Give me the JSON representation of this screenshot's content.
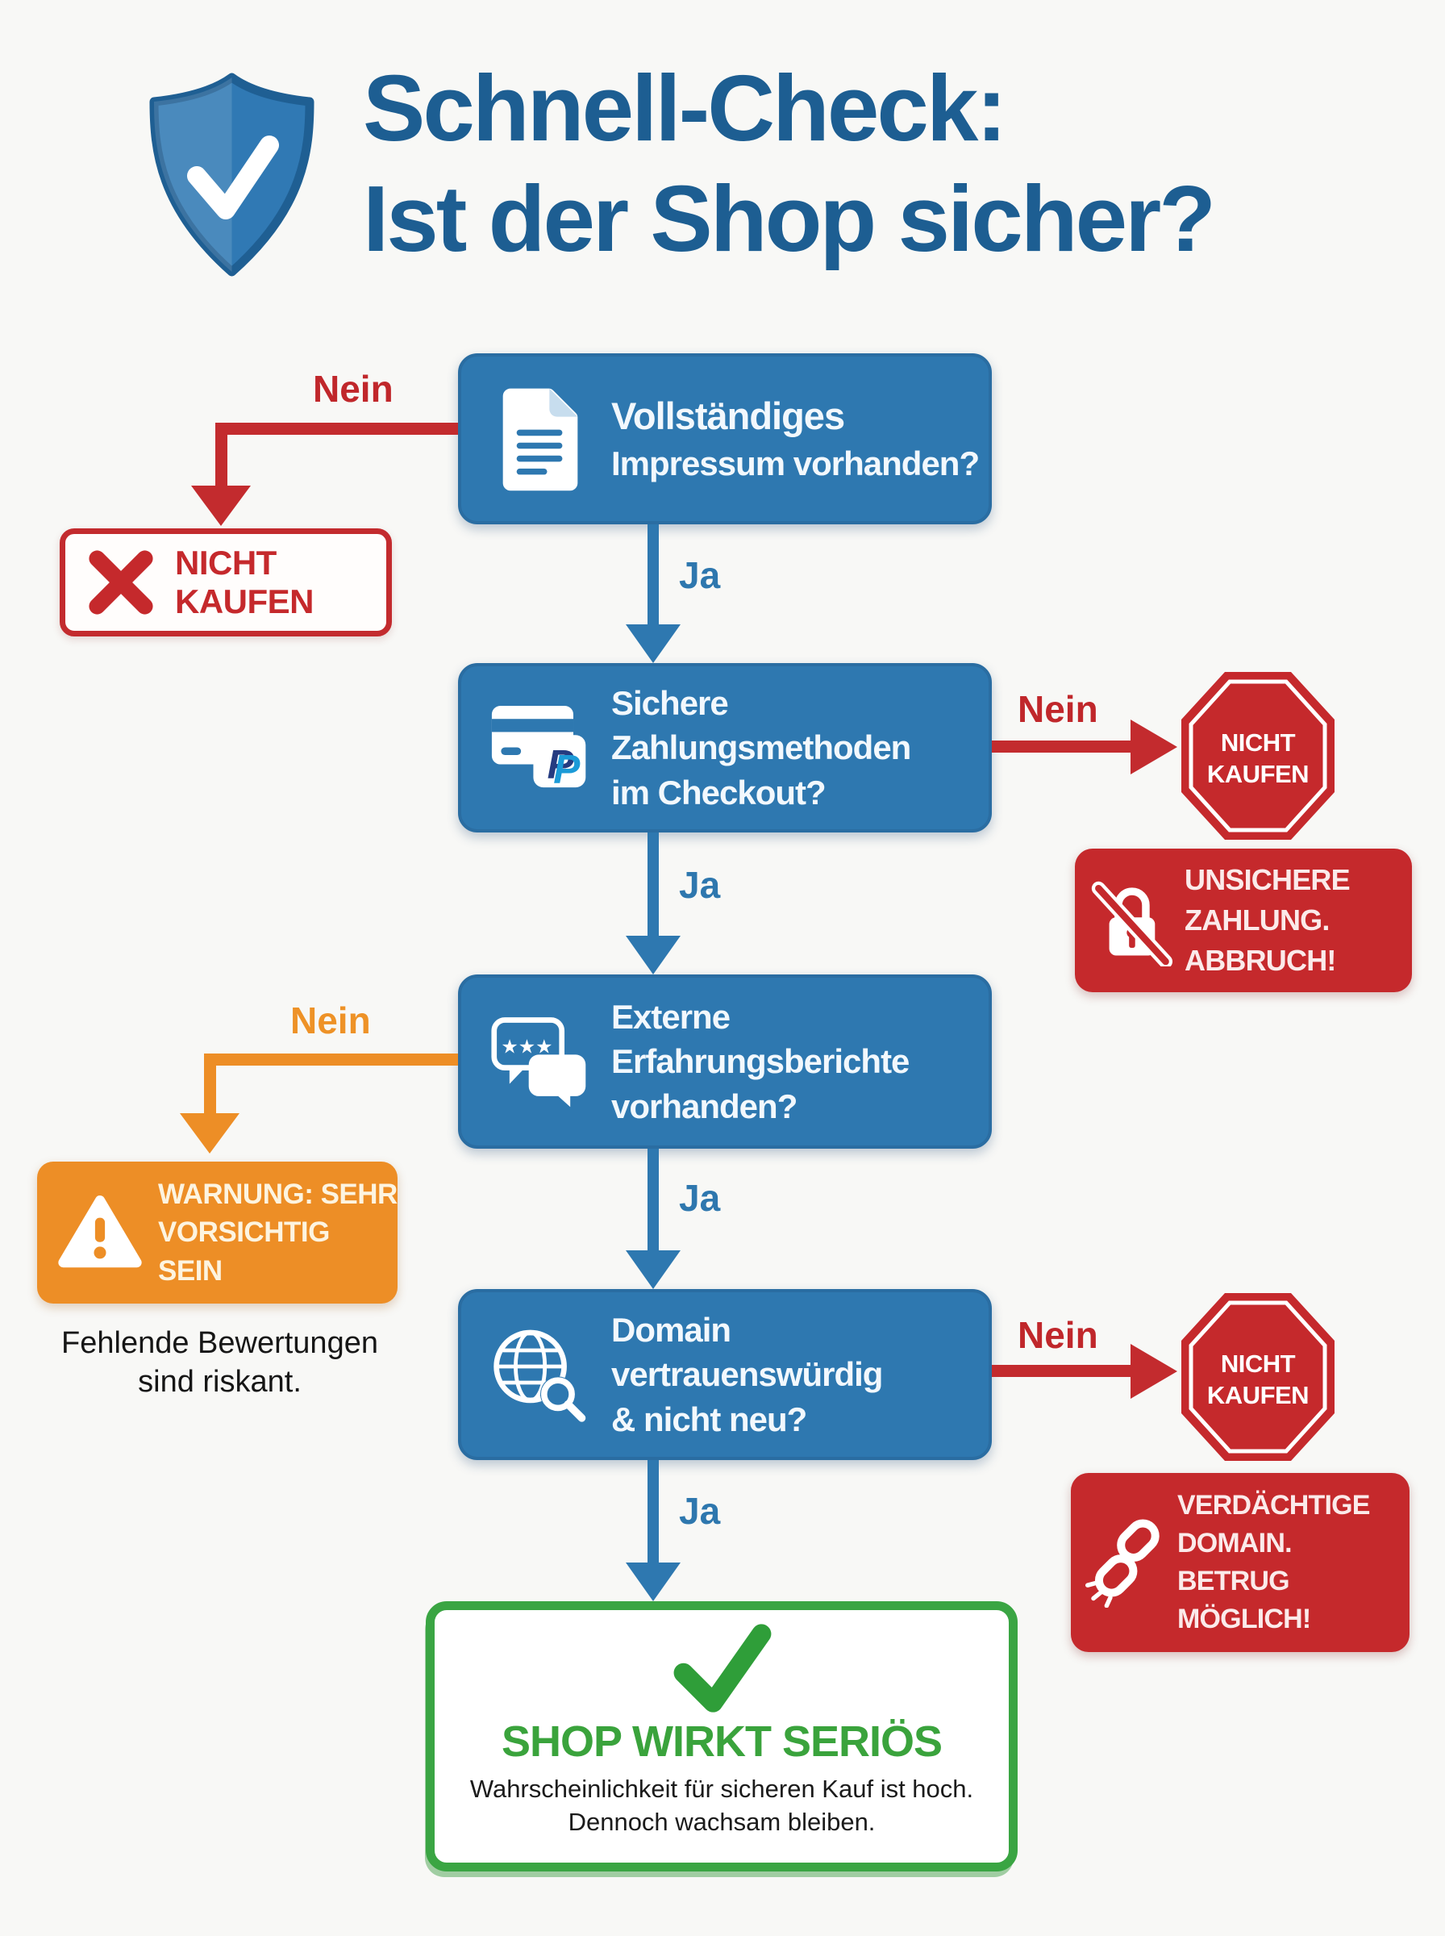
{
  "colors": {
    "background": "#f8f8f6",
    "box_blue": "#2e78b0",
    "title_blue": "#1d5e92",
    "yes_blue": "#2e77ae",
    "alert_red": "#c5292c",
    "warning_orange": "#ed8e26",
    "success_green": "#3aa543",
    "ink": "#161616"
  },
  "header": {
    "title_line1": "Schnell-Check:",
    "title_line2": "Ist der Shop sicher?"
  },
  "connectors": {
    "yes": "Ja",
    "no": "Nein"
  },
  "steps": [
    {
      "lines": [
        "Vollständiges",
        "Impressum vorhanden?"
      ]
    },
    {
      "lines": [
        "Sichere",
        "Zahlungsmethoden",
        "im Checkout?"
      ]
    },
    {
      "lines": [
        "Externe",
        "Erfahrungsberichte",
        "vorhanden?"
      ]
    },
    {
      "lines": [
        "Domain",
        "vertrauenswürdig",
        "& nicht neu?"
      ]
    }
  ],
  "outcomes": {
    "dont_buy_badge": {
      "lines": [
        "NICHT",
        "KAUFEN"
      ]
    },
    "stop_payment": {
      "lines": [
        "NICHT",
        "KAUFEN"
      ]
    },
    "stop_domain": {
      "lines": [
        "NICHT",
        "KAUFEN"
      ]
    },
    "unsafe_payment": {
      "lines": [
        "UNSICHERE",
        "ZAHLUNG.",
        "ABBRUCH!"
      ]
    },
    "missing_reviews_warning": {
      "lines": [
        "WARNUNG: SEHR",
        "VORSICHTIG",
        "SEIN"
      ]
    },
    "missing_reviews_note": {
      "lines": [
        "Fehlende Bewertungen",
        "sind riskant."
      ]
    },
    "suspicious_domain": {
      "lines": [
        "VERDÄCHTIGE",
        "DOMAIN.",
        "BETRUG",
        "MÖGLICH!"
      ]
    },
    "success": {
      "title": "SHOP WIRKT SERIÖS",
      "lines": [
        "Wahrscheinlichkeit für sicheren Kauf ist hoch.",
        "Dennoch wachsam bleiben."
      ]
    }
  }
}
